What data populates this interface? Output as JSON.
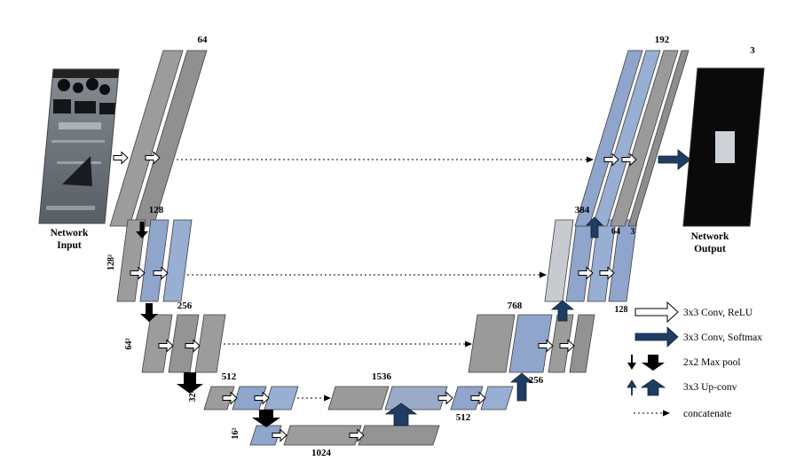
{
  "io": {
    "input_caption_1": "Network",
    "input_caption_2": "Input",
    "output_caption_1": "Network",
    "output_caption_2": "Output",
    "output_channels": "3"
  },
  "encoder": {
    "l1_channels": "64",
    "l2_channels": "128",
    "l2_size": "128²",
    "l3_channels": "256",
    "l3_size": "64²",
    "l4_channels": "512",
    "l4_size": "32²",
    "l5_channels": "1024",
    "l5_size": "16²"
  },
  "decoder": {
    "l4_concat": "1536",
    "l4_out": "512",
    "l3_concat": "768",
    "l3_out": "256",
    "l2_concat": "384",
    "l2_out": "128",
    "l1_concat": "192",
    "l1_out": "64",
    "l1_final": "3"
  },
  "legend": {
    "conv_relu": "3x3 Conv, ReLU",
    "conv_softmax": "3x3 Conv, Softmax",
    "max_pool": "2x2 Max pool",
    "up_conv": "3x3 Up-conv",
    "concatenate": "concatenate"
  },
  "colors": {
    "feature_map_gray": "#9c9c9c",
    "feature_map_blue": "#8fa5cc",
    "arrow_navy": "#1f3d63",
    "arrow_black": "#000000"
  }
}
